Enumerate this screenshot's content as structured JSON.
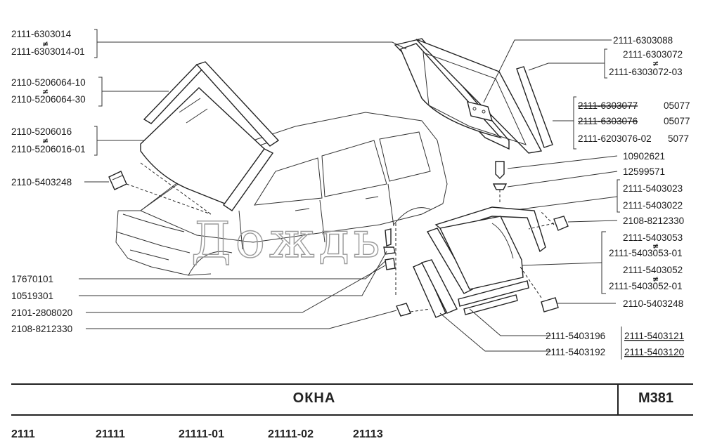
{
  "labels_left": [
    {
      "text": "2111-6303014"
    },
    {
      "text": "2111-6303014-01"
    },
    {
      "text": "2110-5206064-10"
    },
    {
      "text": "2110-5206064-30"
    },
    {
      "text": "2110-5206016"
    },
    {
      "text": "2110-5206016-01"
    },
    {
      "text": "2110-5403248"
    },
    {
      "text": "17670101"
    },
    {
      "text": "10519301"
    },
    {
      "text": "2101-2808020"
    },
    {
      "text": "2108-8212330"
    }
  ],
  "labels_right": [
    {
      "text": "2111-6303088"
    },
    {
      "text": "2111-6303072"
    },
    {
      "text": "2111-6303072-03"
    },
    {
      "text": "2111-6303077"
    },
    {
      "text": "05077"
    },
    {
      "text": "2111-6303076"
    },
    {
      "text": "05077"
    },
    {
      "text": "2111-6203076-02"
    },
    {
      "text": "5077"
    },
    {
      "text": "10902621"
    },
    {
      "text": "12599571"
    },
    {
      "text": "2111-5403023"
    },
    {
      "text": "2111-5403022"
    },
    {
      "text": "2108-8212330"
    },
    {
      "text": "2111-5403053"
    },
    {
      "text": "2111-5403053-01"
    },
    {
      "text": "2111-5403052"
    },
    {
      "text": "2111-5403052-01"
    },
    {
      "text": "2110-5403248"
    },
    {
      "text": "2111-5403196"
    },
    {
      "text": "2111-5403121"
    },
    {
      "text": "2111-5403192"
    },
    {
      "text": "2111-5403120"
    }
  ],
  "neq_symbol": "≠",
  "watermark": "Дождь",
  "footer": {
    "title": "ОКНА",
    "code": "M381",
    "models": [
      "2111",
      "21111",
      "21111-01",
      "21111-02",
      "21113"
    ]
  }
}
